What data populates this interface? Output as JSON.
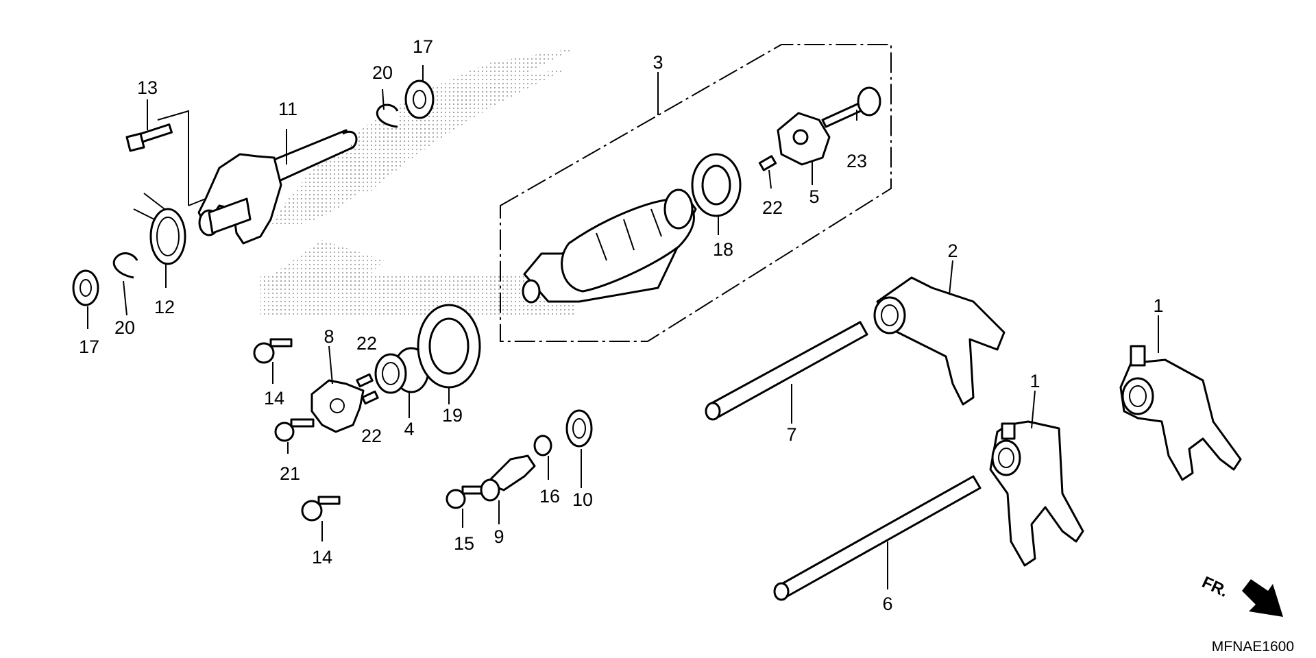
{
  "diagram": {
    "code": "MFNAE1600",
    "front_label": "FR.",
    "callouts": [
      {
        "id": "c1a",
        "text": "1"
      },
      {
        "id": "c1b",
        "text": "1"
      },
      {
        "id": "c2",
        "text": "2"
      },
      {
        "id": "c3",
        "text": "3"
      },
      {
        "id": "c4",
        "text": "4"
      },
      {
        "id": "c5",
        "text": "5"
      },
      {
        "id": "c6",
        "text": "6"
      },
      {
        "id": "c7",
        "text": "7"
      },
      {
        "id": "c8",
        "text": "8"
      },
      {
        "id": "c9",
        "text": "9"
      },
      {
        "id": "c10",
        "text": "10"
      },
      {
        "id": "c11",
        "text": "11"
      },
      {
        "id": "c12",
        "text": "12"
      },
      {
        "id": "c13",
        "text": "13"
      },
      {
        "id": "c14a",
        "text": "14"
      },
      {
        "id": "c14b",
        "text": "14"
      },
      {
        "id": "c15",
        "text": "15"
      },
      {
        "id": "c16",
        "text": "16"
      },
      {
        "id": "c17a",
        "text": "17"
      },
      {
        "id": "c17b",
        "text": "17"
      },
      {
        "id": "c18",
        "text": "18"
      },
      {
        "id": "c19",
        "text": "19"
      },
      {
        "id": "c20a",
        "text": "20"
      },
      {
        "id": "c20b",
        "text": "20"
      },
      {
        "id": "c21",
        "text": "21"
      },
      {
        "id": "c22a",
        "text": "22"
      },
      {
        "id": "c22b",
        "text": "22"
      },
      {
        "id": "c22c",
        "text": "22"
      },
      {
        "id": "c23",
        "text": "23"
      }
    ]
  }
}
